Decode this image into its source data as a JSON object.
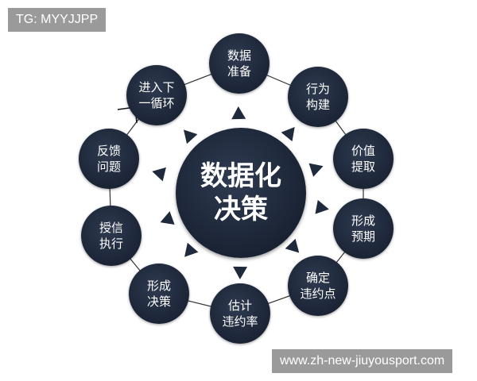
{
  "watermark_top": "TG: MYYJJPP",
  "watermark_bottom": "www.zh-new-jiuyousport.com",
  "center": {
    "line1": "数据化",
    "line2": "决策"
  },
  "colors": {
    "node": "#1f2a3c",
    "line": "#333333"
  },
  "nodes": [
    {
      "line1": "数据",
      "line2": "准备"
    },
    {
      "line1": "行为",
      "line2": "构建"
    },
    {
      "line1": "价值",
      "line2": "提取"
    },
    {
      "line1": "形成",
      "line2": "预期"
    },
    {
      "line1": "确定",
      "line2": "违约点"
    },
    {
      "line1": "估计",
      "line2": "违约率"
    },
    {
      "line1": "形成",
      "line2": "决策"
    },
    {
      "line1": "授信",
      "line2": "执行"
    },
    {
      "line1": "反馈",
      "line2": "问题"
    },
    {
      "line1": "进入下",
      "line2": "一循环"
    }
  ]
}
